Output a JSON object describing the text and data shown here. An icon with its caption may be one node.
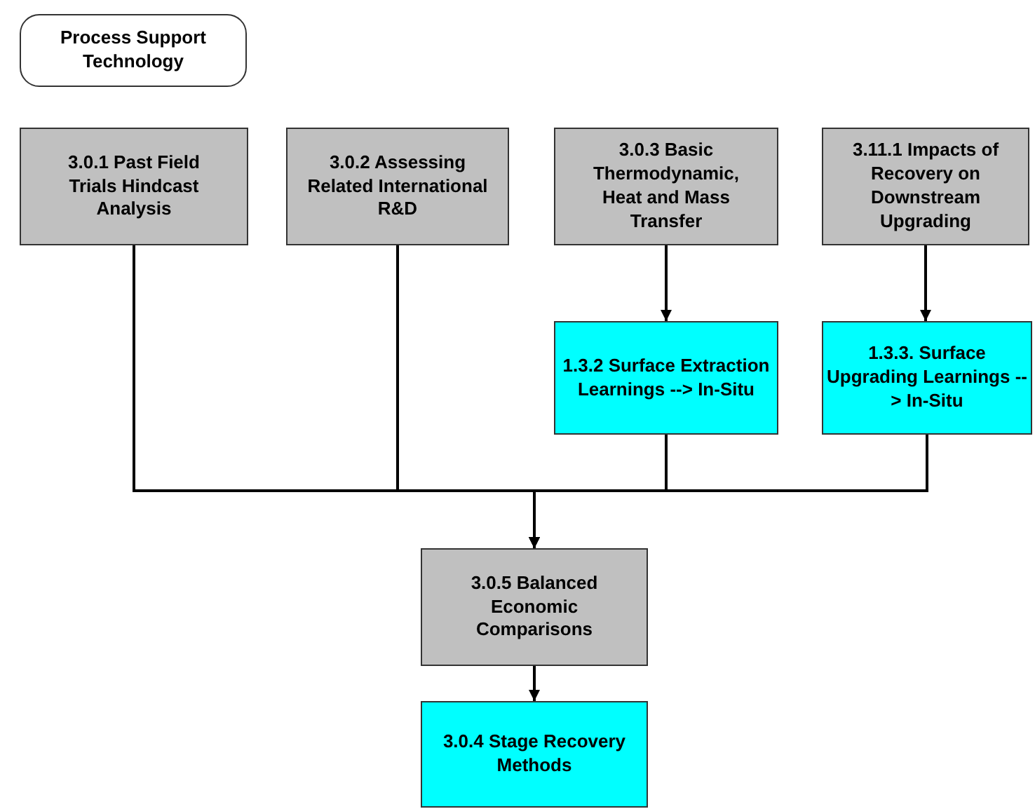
{
  "diagram": {
    "nodes": [
      {
        "text": [
          "Process Support Technology"
        ]
      },
      {
        "text": [
          "3.0.1 Past Field Trials Hindcast Analysis"
        ]
      },
      {
        "text": [
          "3.0.2 Assessing Related International R&D"
        ]
      },
      {
        "text": [
          "3.0.3 Basic Thermodynamic, Heat and Mass Transfer"
        ]
      },
      {
        "text": [
          "3.11.1 Impacts of Recovery on Downstream Upgrading"
        ]
      },
      {
        "text": [
          "1.3.2 Surface Extraction Learnings --> In-Situ"
        ]
      },
      {
        "text": [
          "1.3.3. Surface Upgrading Learnings --> In-Situ"
        ]
      },
      {
        "text": [
          "3.0.5 Balanced Economic Comparisons"
        ]
      },
      {
        "text": [
          "3.0.4 Stage Recovery Methods"
        ]
      }
    ],
    "edges": [
      {
        "from": 3,
        "to": 5,
        "arrow": "to"
      },
      {
        "from": 4,
        "to": 6,
        "arrow": "to"
      },
      {
        "from": 1,
        "to": 7,
        "arrow": "to"
      },
      {
        "from": 2,
        "to": 7,
        "arrow": "to"
      },
      {
        "from": 5,
        "to": 7,
        "arrow": "to"
      },
      {
        "from": 6,
        "to": 7,
        "arrow": "to"
      },
      {
        "from": 7,
        "to": 8,
        "arrow": "to"
      }
    ]
  }
}
